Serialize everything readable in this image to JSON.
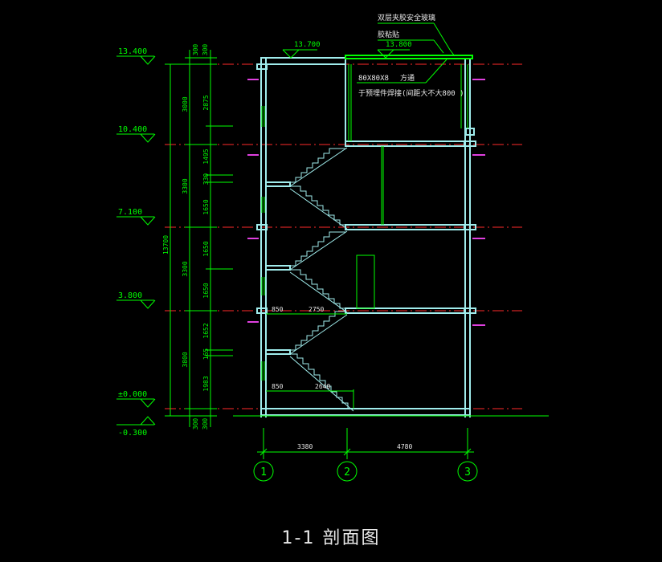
{
  "title": "1-1  剖面图",
  "elevations": [
    "13.400",
    "10.400",
    "7.100",
    "3.800",
    "±0.000",
    "-0.300"
  ],
  "roof_marks": [
    "13.700",
    "13.800"
  ],
  "notes": [
    "双层夹胶安全玻璃",
    "胶粘贴",
    "80X80X8",
    "方通",
    "于预埋件焊接(间距大不大800 )"
  ],
  "overall_height": "13700",
  "outer_dims": [
    "300",
    "3000",
    "3300",
    "3300",
    "3800",
    "300"
  ],
  "inner_dims": [
    "300",
    "2875",
    "1495",
    "330",
    "1650",
    "1650",
    "1650",
    "1652",
    "165",
    "1983",
    "300"
  ],
  "stair_dims": [
    "850",
    "2750",
    "850",
    "2640"
  ],
  "grid_spans": [
    "3380",
    "4780"
  ],
  "grid_axes": [
    "1",
    "2",
    "3"
  ],
  "colors": {
    "background": "#000000",
    "dimension": "#00ff00",
    "structure": "#a0ecec",
    "level_line": "#ff2a2a",
    "railing": "#e040e0",
    "text": "#e8e8e8"
  }
}
